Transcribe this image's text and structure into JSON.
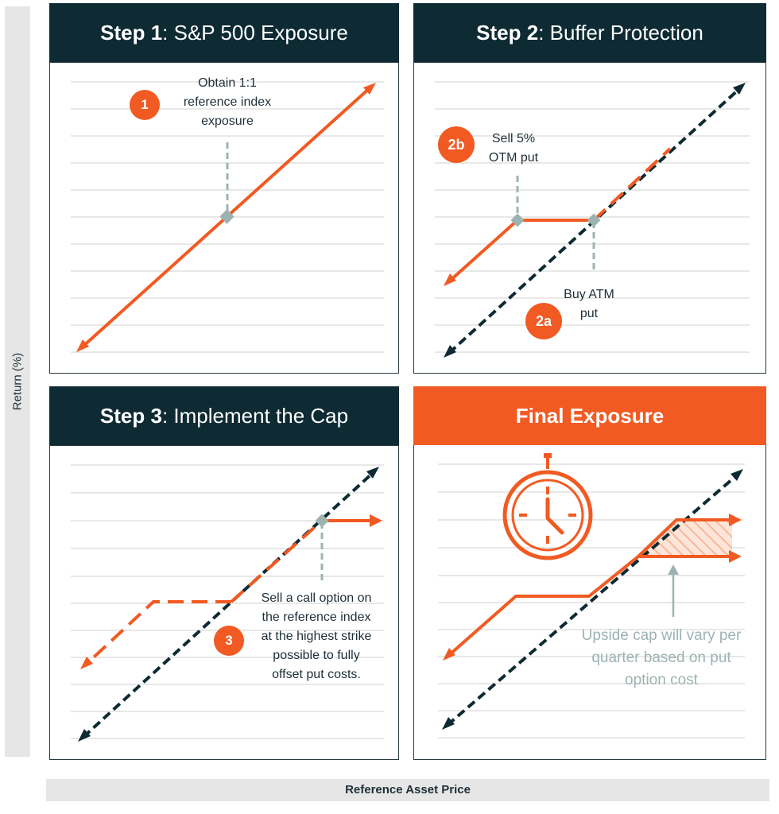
{
  "axes": {
    "y_label": "Return (%)",
    "x_label": "Reference Asset Price"
  },
  "panels": [
    {
      "step_bold": "Step 1",
      "step_rest": " : S&P 500 Exposure",
      "badge": "1",
      "note_lines": [
        "Obtain 1:1",
        "reference index",
        "exposure"
      ]
    },
    {
      "step_bold": "Step 2",
      "step_rest": ": Buffer Protection",
      "badge_a": "2a",
      "note_a_lines": [
        "Buy ATM",
        "put"
      ],
      "badge_b": "2b",
      "note_b_lines": [
        "Sell 5%",
        "OTM put"
      ]
    },
    {
      "step_bold": "Step 3",
      "step_rest": ": Implement the Cap",
      "badge": "3",
      "note_lines": [
        "Sell a call option on",
        "the reference index",
        "at the highest strike",
        "possible to fully",
        "offset put costs."
      ]
    },
    {
      "title": "Final Exposure",
      "note_lines": [
        "Upside cap will vary per",
        "quarter based on put",
        "option cost"
      ]
    }
  ],
  "colors": {
    "navy": "#0e2a33",
    "orange": "#f15a22",
    "gray_marker": "#9cb3b2",
    "grid": "#d9d9d9"
  },
  "icons": {
    "final_panel_icon": "stopwatch-icon"
  }
}
